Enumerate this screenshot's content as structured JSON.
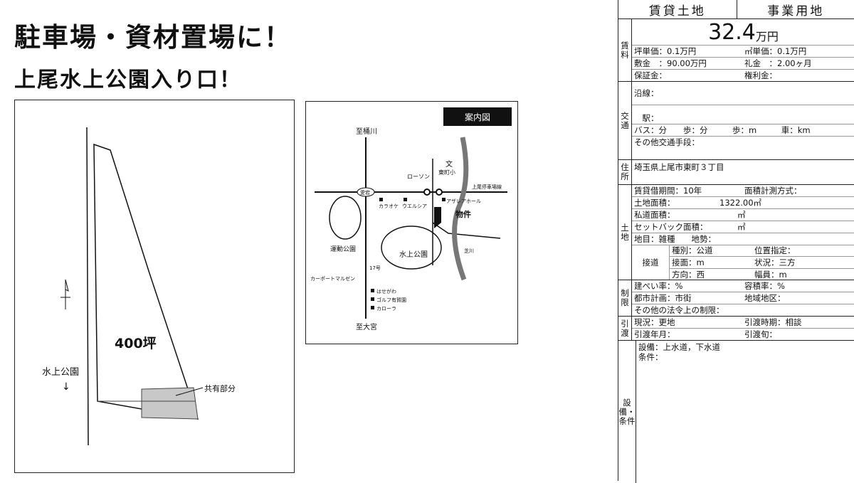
{
  "headline1": "駐車場・資材置場に！",
  "headline2": "上尾水上公園入り口！",
  "plot": {
    "area_label": "400坪",
    "shared_label": "共有部分",
    "park_label": "水上公園",
    "arrow": "↓"
  },
  "map": {
    "title": "案内図",
    "labels": {
      "north": "至桶川",
      "south": "至大宮",
      "lawson": "ローソン",
      "school_mark": "文",
      "school": "東町小",
      "station_road": "上尾停車場線",
      "atagi": "愛宕",
      "karaoke": "カラオケ",
      "welcia": "ウエルシア",
      "azalea": "アザレアホール",
      "property": "物件",
      "field_park": "運動公園",
      "water_park": "水上公園",
      "carport": "カーポートマルゼン",
      "route17": "17号",
      "river": "芝川",
      "hasegawa": "はせがわ",
      "golf": "ゴルフ有賀園",
      "corolla": "カローラ"
    }
  },
  "spec": {
    "type1": "賃貸土地",
    "type2": "事業用地",
    "rent": {
      "label": "賃料",
      "price": "32.4",
      "unit": "万円",
      "tsubo": "坪単価：0.1万円",
      "sqm": "㎡単価：0.1万円",
      "deposit": "敷金　：90.00万円",
      "key_money": "礼金　：2.00ヶ月",
      "guarantee": "保証金：",
      "premium": "権利金："
    },
    "transport": {
      "label": "交通",
      "line": "沿線：",
      "station": "　駅：",
      "bus": "バス：分　　歩：分　　　歩：m　　　車：km",
      "other": "その他交通手段："
    },
    "address": {
      "label": "住所",
      "value": "埼玉県上尾市東町３丁目"
    },
    "land": {
      "label": "土地",
      "lease_term": "賃貸借期間：10年",
      "measure": "面積計測方式：",
      "area_label": "土地面積：",
      "area_value": "1322.00㎡",
      "private_road": "私道面積：",
      "private_road_unit": "㎡",
      "setback": "セットバック面積：",
      "setback_unit": "㎡",
      "category": "地目：雑種　　地勢：",
      "road_label": "接道",
      "road_type": "種別：公道",
      "position": "位置指定：",
      "frontage": "接面：m",
      "situation": "状況：三方",
      "direction": "方向：西",
      "width": "幅員：m"
    },
    "restrict": {
      "label": "制限",
      "coverage": "建ぺい率：%",
      "far": "容積率：%",
      "city_plan": "都市計画：市街",
      "zone": "地域地区：",
      "other": "その他の法令上の制限："
    },
    "handover": {
      "label": "引渡",
      "current": "現況：更地",
      "timing": "引渡時期：相談",
      "year_month": "引渡年月：",
      "period": "引渡旬："
    },
    "facility": {
      "label": "設備・条件",
      "equipment": "設備：上水道，下水道",
      "conditions": "条件："
    }
  }
}
